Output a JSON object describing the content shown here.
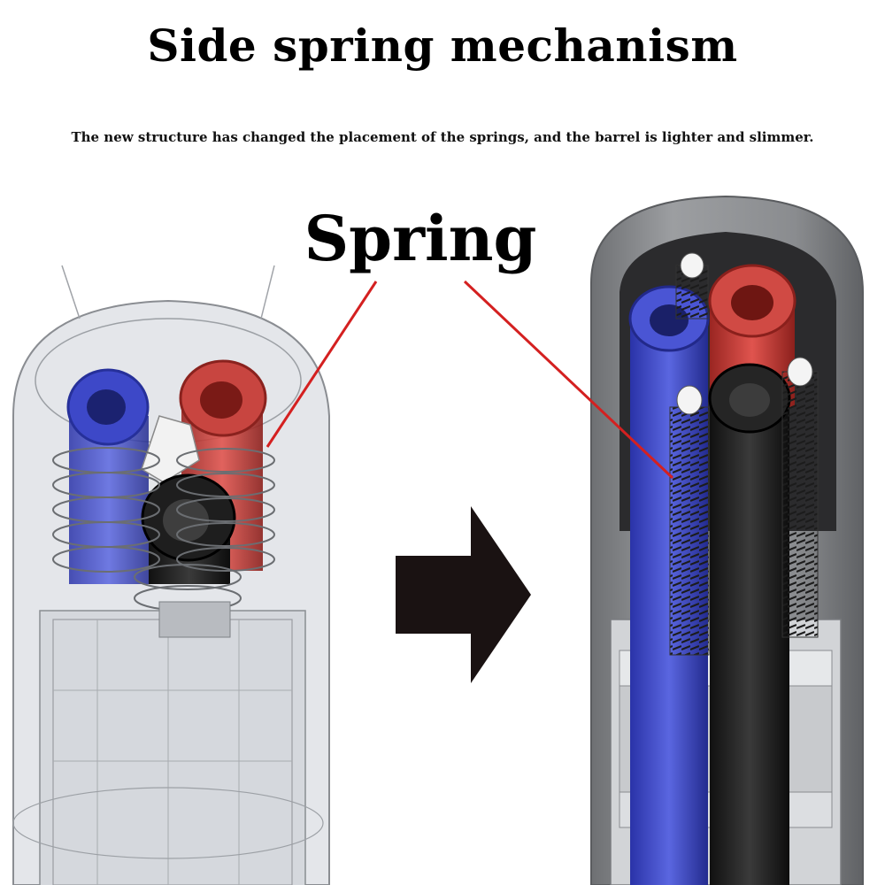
{
  "title": "Side spring mechanism",
  "subtitle": "The new structure has changed the placement of the springs, and the barrel is lighter and slimmer.",
  "callout_label": "Spring",
  "colors": {
    "blue_refill": "#3b45c8",
    "red_refill": "#c8413c",
    "black_refill": "#1e1e1e",
    "callout_line": "#d42020",
    "arrow": "#1a1212",
    "barrel_old": "#d6d9de",
    "barrel_new": "#8b8d90"
  },
  "icons": [
    "arrow-right-icon"
  ]
}
